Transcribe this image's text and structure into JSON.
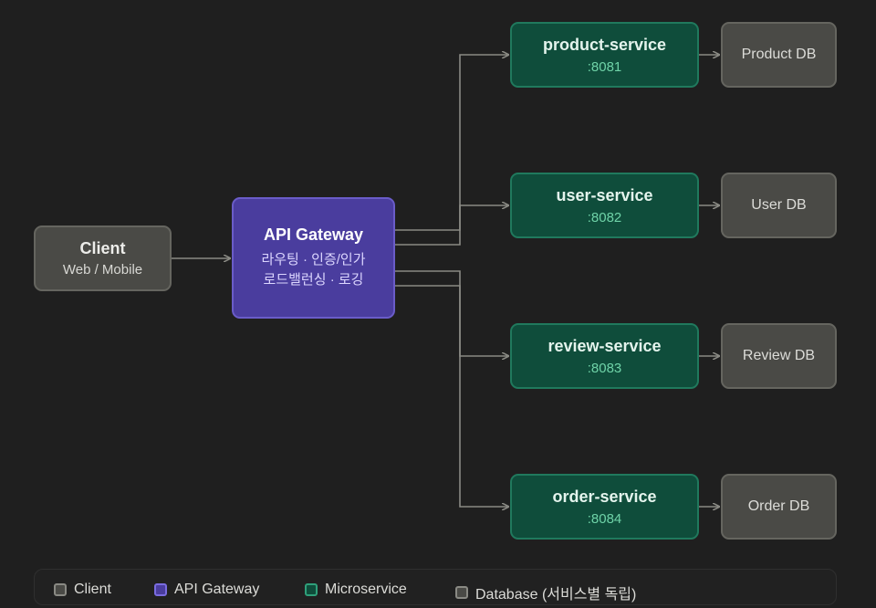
{
  "client": {
    "title": "Client",
    "subtitle": "Web / Mobile"
  },
  "gateway": {
    "title": "API Gateway",
    "line1": "라우팅 · 인증/인가",
    "line2": "로드밸런싱 · 로깅"
  },
  "services": [
    {
      "name": "product-service",
      "port": ":8081",
      "db": "Product DB"
    },
    {
      "name": "user-service",
      "port": ":8082",
      "db": "User DB"
    },
    {
      "name": "review-service",
      "port": ":8083",
      "db": "Review DB"
    },
    {
      "name": "order-service",
      "port": ":8084",
      "db": "Order DB"
    }
  ],
  "legend": [
    {
      "label": "Client",
      "color": "#4a4a46"
    },
    {
      "label": "API Gateway",
      "color": "#4a3d9e"
    },
    {
      "label": "Microservice",
      "color": "#0f4d3b"
    },
    {
      "label": "Database (서비스별 독립)",
      "color": "#4a4a46"
    }
  ],
  "colors": {
    "edge": "#8a8a84",
    "background": "#1f1f1f"
  }
}
